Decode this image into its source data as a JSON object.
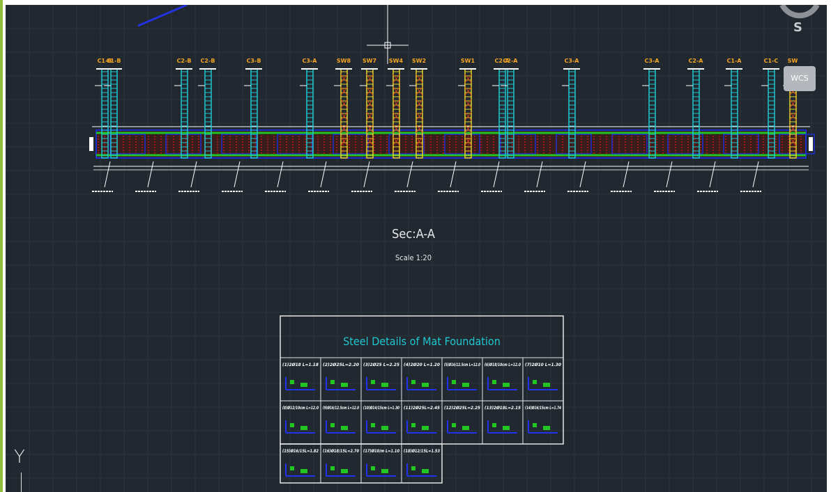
{
  "section": {
    "title": "Sec:A-A",
    "scale": "Scale 1:20"
  },
  "column_labels": [
    "C1-B",
    "C1-B",
    "C2-B",
    "C2-B",
    "C3-B",
    "C3-A",
    "SW8",
    "SW7",
    "SW4",
    "SW2",
    "SW1",
    "C2-A",
    "C2-A",
    "C3-A",
    "C3-A",
    "C2-A",
    "C1-A",
    "C1-C",
    "SW"
  ],
  "table": {
    "title": "Steel Details of Mat Foundation",
    "row1": [
      "(1)2Ø18  L=1.18",
      "(2)2Ø25L=2.20",
      "(3)2Ø25  L=2.25",
      "(4)2Ø20  L=1.20",
      "(5)Ø16/12.5cm  L=12.0",
      "(6)Ø18/10cm  L=12.0",
      "(7)2Ø10  L=1.30"
    ],
    "row2": [
      "(8)Ø12/10cm  L=12.0",
      "(9)Ø16/12.5cm  L=12.0",
      "(10)Ø14/15cm  L=1.30",
      "(11)2Ø25L=2.45",
      "(12)2Ø25L=2.25",
      "(13)2Ø18L=2.15",
      "(14)Ø16/15cm  L=1.74"
    ],
    "row3": [
      "(15)Ø16/15L=1.82",
      "(16)Ø18/15L=2.70",
      "(17)Ø10/m  L=1.10",
      "(18)Ø12/15L=1.53"
    ]
  },
  "ui": {
    "ucs_axis": "Y",
    "viewcube_face": "S",
    "wcs_label": "WCS"
  },
  "colors": {
    "background": "#212830",
    "column_cyan": "#1fc7d0",
    "shear_wall_yellow": "#e8d22a",
    "rebar_green": "#22c522",
    "outline_blue": "#1c2fd0",
    "hatch_red": "#b31a1a",
    "label_orange": "#f5a623"
  }
}
